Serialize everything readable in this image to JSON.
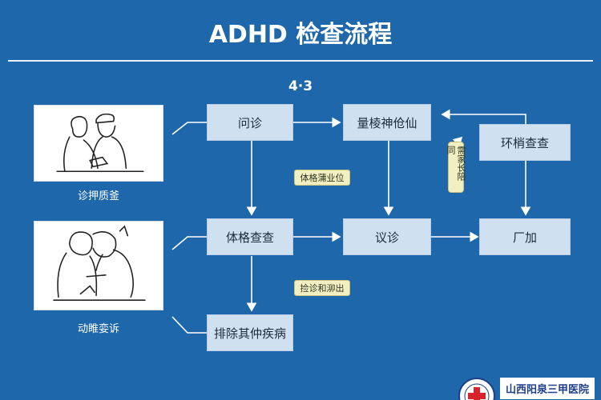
{
  "header": {
    "title": "ADHD 检查流程",
    "section_label": "4·3"
  },
  "illustrations": [
    {
      "caption": "诊押质釜"
    },
    {
      "caption": "动睢娈诉"
    }
  ],
  "flow": {
    "inquiry": "问诊",
    "evaluation": "量棱神伧仙",
    "environment_check": "环梢查查",
    "physical_exam": "体格查查",
    "consultation": "议诊",
    "result": "厂加",
    "exclude_other": "排除其仲疾病"
  },
  "notes": {
    "physical_note": "体格蒲业位",
    "consult_note": "捡诊和泖出",
    "parent_note": "需家长陪同"
  },
  "footer": {
    "hospital": "山西阳泉三甲医院"
  },
  "colors": {
    "background": "#1f67ab",
    "box_fill": "#cfe0f1",
    "note_fill": "#f2f0c2",
    "connector": "#ffffff",
    "logo_cross": "#d8232a"
  }
}
